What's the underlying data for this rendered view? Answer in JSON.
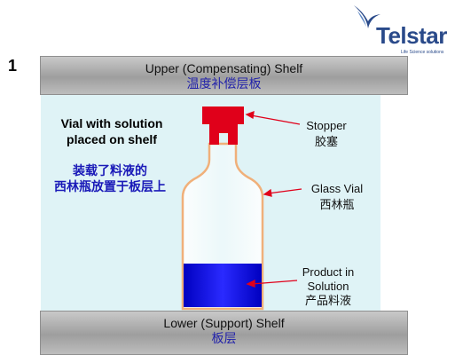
{
  "slide_number": "1",
  "logo": {
    "name": "Telstar",
    "tagline": "Life Science solutions"
  },
  "upper_shelf": {
    "en": "Upper (Compensating) Shelf",
    "zh": "温度补偿层板"
  },
  "lower_shelf": {
    "en": "Lower (Support) Shelf",
    "zh": "板层"
  },
  "vial_caption": {
    "en_line1": "Vial with solution",
    "en_line2": "placed on shelf",
    "zh_line1": "装载了料液的",
    "zh_line2": "西林瓶放置于板层上"
  },
  "labels": {
    "stopper": {
      "en": "Stopper",
      "zh": "胶塞"
    },
    "glass_vial": {
      "en": "Glass Vial",
      "zh": "西林瓶"
    },
    "product": {
      "en_line1": "Product in",
      "en_line2": "Solution",
      "zh": "产品料液"
    }
  },
  "colors": {
    "chamber": "#dff3f6",
    "stopper": "#e0001a",
    "solution": "#1010dd",
    "arrow": "#dd1111",
    "vial_outline": "#f0b07a",
    "logo": "#2a4a8a"
  },
  "icons": {
    "logo_mark": "swallow-bird-icon"
  }
}
